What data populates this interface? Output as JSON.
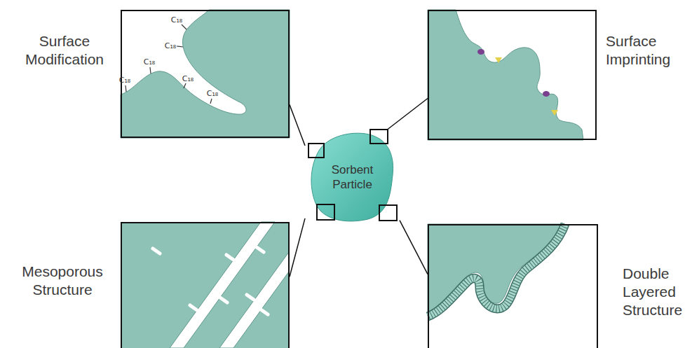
{
  "diagram": {
    "nodes": [
      {
        "text": [
          "Surface Modification"
        ]
      },
      {
        "text": [
          "Surface Imprinting"
        ]
      },
      {
        "text": [
          "Sorbent Particle"
        ]
      },
      {
        "text": [
          "Mesoporous Structure"
        ]
      },
      {
        "text": [
          "Double Layered Structure"
        ]
      }
    ],
    "edges": [
      {
        "from": 2,
        "to": 0,
        "arrow": "none"
      },
      {
        "from": 2,
        "to": 1,
        "arrow": "none"
      },
      {
        "from": 2,
        "to": 3,
        "arrow": "none"
      },
      {
        "from": 2,
        "to": 4,
        "arrow": "none"
      }
    ],
    "labels": [
      "C₁₈",
      "C₁₈",
      "C₁₈",
      "C₁₈",
      "C₁₈",
      "C₁₈"
    ]
  }
}
